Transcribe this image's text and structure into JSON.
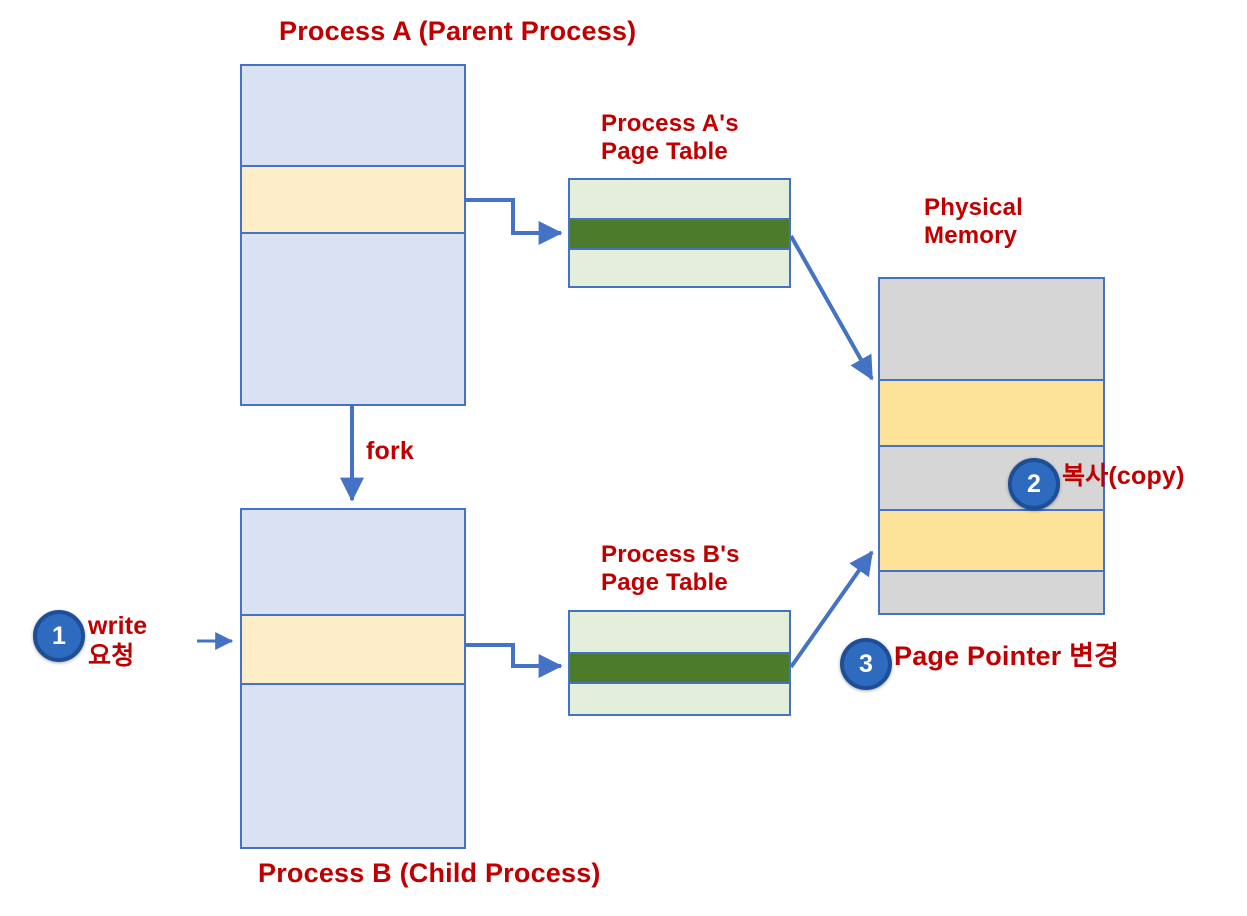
{
  "diagram": {
    "title_parent": "Process A (Parent Process)",
    "title_child": "Process B (Child Process)",
    "label_pagetable_a": "Process A's\nPage Table",
    "label_pagetable_b": "Process B's\nPage Table",
    "label_physical_memory": "Physical\nMemory",
    "label_fork": "fork",
    "steps": [
      {
        "number": "1",
        "text": "write\n요청"
      },
      {
        "number": "2",
        "text": "복사(copy)"
      },
      {
        "number": "3",
        "text": "Page Pointer 변경"
      }
    ],
    "colors": {
      "red_text": "#c00000",
      "blue_outline": "#4472c4",
      "process_fill": "#dae1f3",
      "process_highlight": "#fdeec9",
      "pagetable_fill": "#e3efda",
      "pagetable_entry": "#4b7b2b",
      "memory_fill": "#d6d6d6",
      "memory_page": "#fde39a",
      "step_circle": "#2e6bbf"
    },
    "blocks": {
      "process_a": {
        "rows": [
          "empty",
          "shared-page",
          "empty"
        ]
      },
      "process_b": {
        "rows": [
          "empty",
          "shared-page",
          "empty"
        ]
      },
      "page_table_a": {
        "rows": [
          "entry",
          "mapped-entry",
          "entry"
        ]
      },
      "page_table_b": {
        "rows": [
          "entry",
          "mapped-entry",
          "entry"
        ]
      },
      "physical_memory": {
        "rows": [
          "free",
          "page",
          "free",
          "copied-page",
          "free"
        ]
      }
    }
  }
}
